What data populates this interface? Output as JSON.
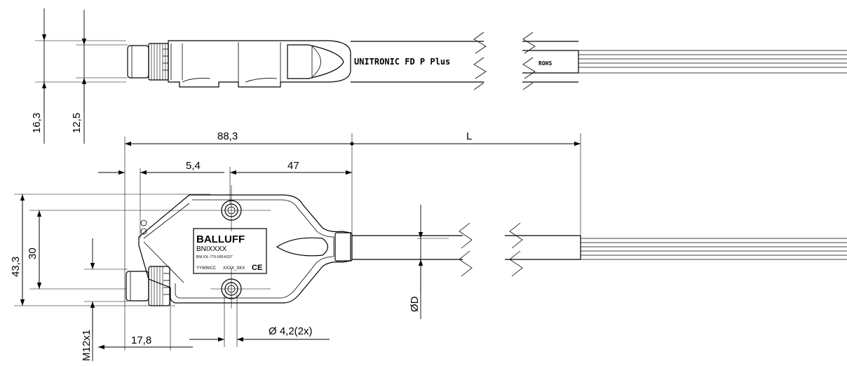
{
  "top_view": {
    "cable_print": "UNITRONIC FD P Plus",
    "rohs_mark": "ROHS",
    "dims": {
      "overall_height": "16,3",
      "body_height": "12,5"
    }
  },
  "front_view": {
    "dims": {
      "length_body": "88,3",
      "cable_length": "L",
      "offset_left": "5,4",
      "hole_to_end": "47",
      "height_total": "43,3",
      "hole_spacing": "30",
      "connector_thread": "M12x1",
      "connector_length": "17,8",
      "hole_diameter": "Ø 4,2(2x)",
      "cable_diameter": "ØD"
    },
    "label": {
      "brand": "BALLUFF",
      "model": "BNIXXXX",
      "order_code": "BNI IOL-77X-000-K027",
      "date_code": "YYWWCC",
      "serial": "XXXX_SKX",
      "ce_mark": "CE"
    }
  }
}
